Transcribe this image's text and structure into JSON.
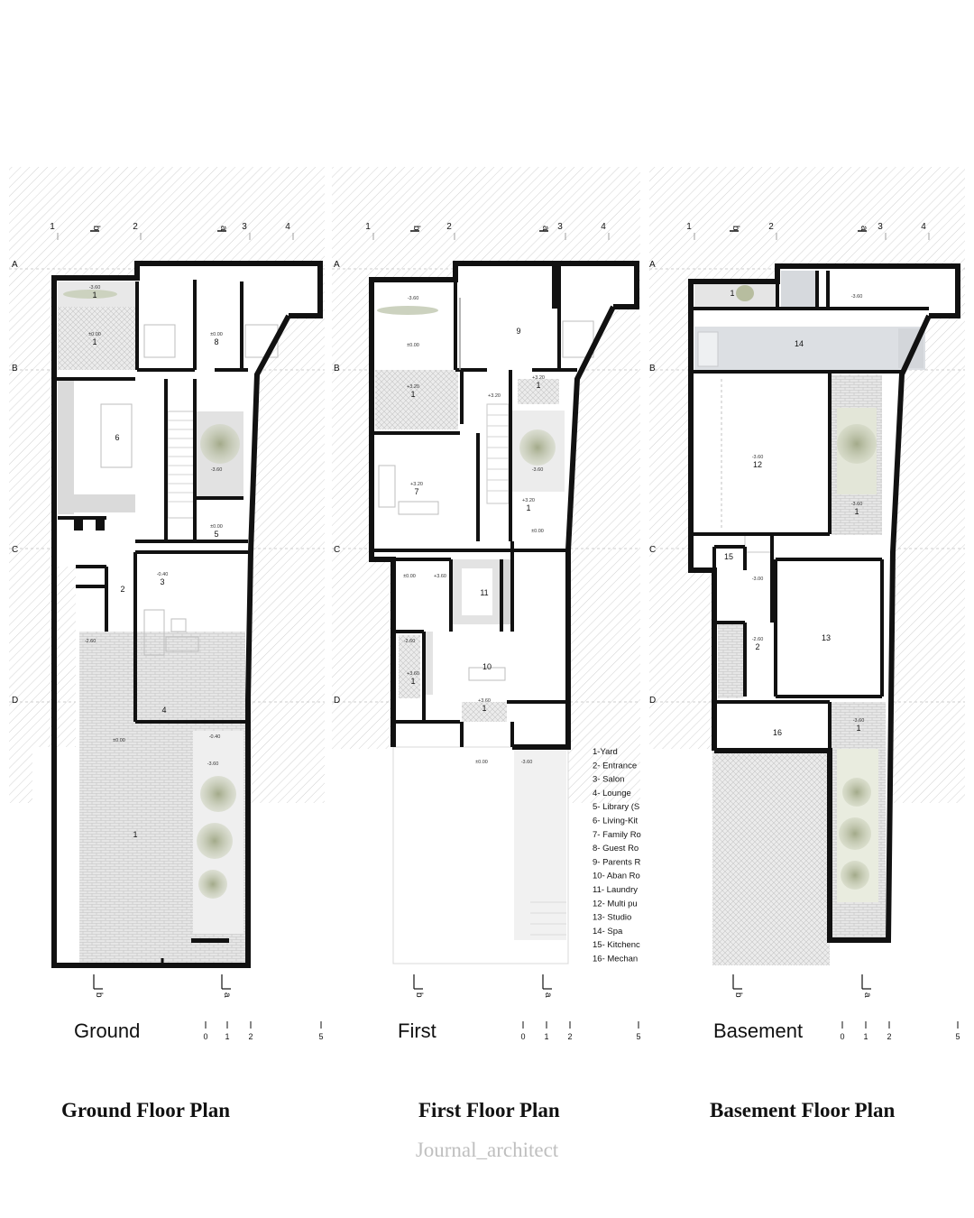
{
  "plans": [
    {
      "id": "ground",
      "short_title": "Ground",
      "caption": "Ground Floor Plan",
      "scale_ticks": [
        "0",
        "1",
        "2",
        "5"
      ],
      "grid_cols": [
        "1",
        "2",
        "3",
        "4"
      ],
      "grid_rows": [
        "A",
        "B",
        "C",
        "D"
      ],
      "section_marks": [
        "b",
        "a"
      ],
      "rooms": [
        {
          "label": "1",
          "level": "-3.60"
        },
        {
          "label": "1",
          "level": "±0.00"
        },
        {
          "label": "8",
          "level": "±0.00"
        },
        {
          "label": "6",
          "level": ""
        },
        {
          "label": "",
          "level": "-3.60"
        },
        {
          "label": "5",
          "level": "±0.00"
        },
        {
          "label": "2",
          "level": ""
        },
        {
          "label": "3",
          "level": "-0.40"
        },
        {
          "label": "4",
          "level": ""
        },
        {
          "label": "",
          "level": "-2.60"
        },
        {
          "label": "",
          "level": "±0.00"
        },
        {
          "label": "",
          "level": "-0.40"
        },
        {
          "label": "",
          "level": "-3.60"
        },
        {
          "label": "1",
          "level": ""
        }
      ]
    },
    {
      "id": "first",
      "short_title": "First",
      "caption": "First Floor Plan",
      "scale_ticks": [
        "0",
        "1",
        "2",
        "5"
      ],
      "grid_cols": [
        "1",
        "2",
        "3",
        "4"
      ],
      "grid_rows": [
        "A",
        "B",
        "C",
        "D"
      ],
      "section_marks": [
        "b",
        "a"
      ],
      "rooms": [
        {
          "label": "",
          "level": "-3.60"
        },
        {
          "label": "",
          "level": "±0.00"
        },
        {
          "label": "9",
          "level": ""
        },
        {
          "label": "1",
          "level": "+3.20"
        },
        {
          "label": "",
          "level": "+3.20"
        },
        {
          "label": "1",
          "level": "+3.20"
        },
        {
          "label": "",
          "level": "-3.60"
        },
        {
          "label": "7",
          "level": "+3.20"
        },
        {
          "label": "1",
          "level": "+3.20"
        },
        {
          "label": "",
          "level": "±0.00"
        },
        {
          "label": "",
          "level": "±0.00"
        },
        {
          "label": "",
          "level": "+3.60"
        },
        {
          "label": "11",
          "level": ""
        },
        {
          "label": "",
          "level": "-2.60"
        },
        {
          "label": "1",
          "level": "+3.60"
        },
        {
          "label": "10",
          "level": ""
        },
        {
          "label": "1",
          "level": "+3.60"
        },
        {
          "label": "",
          "level": "±0.00"
        },
        {
          "label": "",
          "level": "-3.60"
        }
      ]
    },
    {
      "id": "basement",
      "short_title": "Basement",
      "caption": "Basement Floor Plan",
      "scale_ticks": [
        "0",
        "1",
        "2",
        "5"
      ],
      "grid_cols": [
        "1",
        "2",
        "3",
        "4"
      ],
      "grid_rows": [
        "A",
        "B",
        "C",
        "D"
      ],
      "section_marks": [
        "b",
        "a"
      ],
      "rooms": [
        {
          "label": "1",
          "level": ""
        },
        {
          "label": "",
          "level": "-3.60"
        },
        {
          "label": "14",
          "level": ""
        },
        {
          "label": "12",
          "level": "-3.60"
        },
        {
          "label": "1",
          "level": "-3.60"
        },
        {
          "label": "15",
          "level": ""
        },
        {
          "label": "",
          "level": "-3.00"
        },
        {
          "label": "2",
          "level": "-2.60"
        },
        {
          "label": "13",
          "level": ""
        },
        {
          "label": "16",
          "level": ""
        },
        {
          "label": "1",
          "level": "-3.60"
        }
      ]
    }
  ],
  "legend": [
    "1-Yard",
    "2- Entrance",
    "3- Salon",
    "4- Lounge",
    "5- Library (S",
    "6- Living-Kit",
    "7- Family Ro",
    "8- Guest Ro",
    "9- Parents R",
    "10- Aban Ro",
    "11- Laundry",
    "12- Multi pu",
    "13- Studio",
    "14- Spa",
    "15- Kitchenc",
    "16- Mechan"
  ],
  "watermark": "Journal_architect"
}
